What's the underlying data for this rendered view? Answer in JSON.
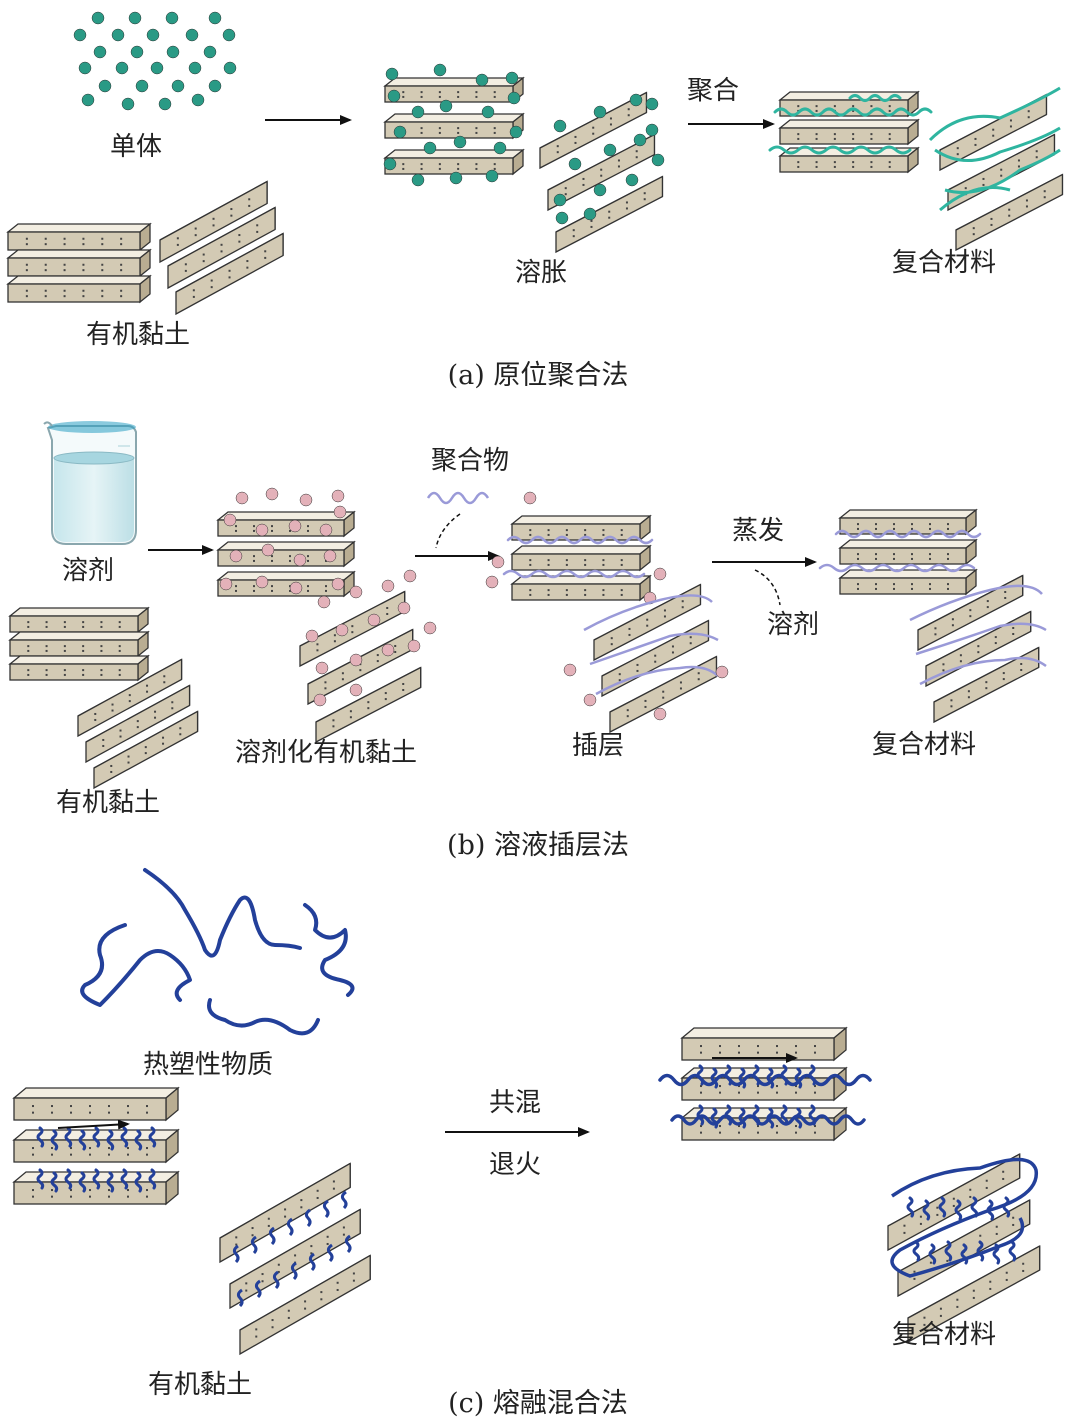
{
  "panel_a": {
    "caption": "(a) 原位聚合法",
    "monomer_label": "单体",
    "clay_label": "有机黏土",
    "swelling_label": "溶胀",
    "polymerize_label": "聚合",
    "composite_label": "复合材料"
  },
  "panel_b": {
    "caption": "(b) 溶液插层法",
    "solvent_label": "溶剂",
    "clay_label": "有机黏土",
    "solvated_label": "溶剂化有机黏土",
    "polymer_label": "聚合物",
    "intercalation_label": "插层",
    "evaporate_label": "蒸发",
    "solvent_out_label": "溶剂",
    "composite_label": "复合材料"
  },
  "panel_c": {
    "caption": "(c) 熔融混合法",
    "thermoplastic_label": "热塑性物质",
    "clay_label": "有机黏土",
    "blend_label": "共混",
    "anneal_label": "退火",
    "composite_label": "复合材料"
  },
  "colors": {
    "platelet_fill": "#d3cab4",
    "platelet_top": "#f3eee2",
    "platelet_side": "#b9ad92",
    "monomer": "#2a9a85",
    "polymer_a": "#2fb5a0",
    "solvent_dot": "#e3b1b9",
    "polymer_b": "#9a9ad8",
    "polymer_c": "#23409a"
  }
}
